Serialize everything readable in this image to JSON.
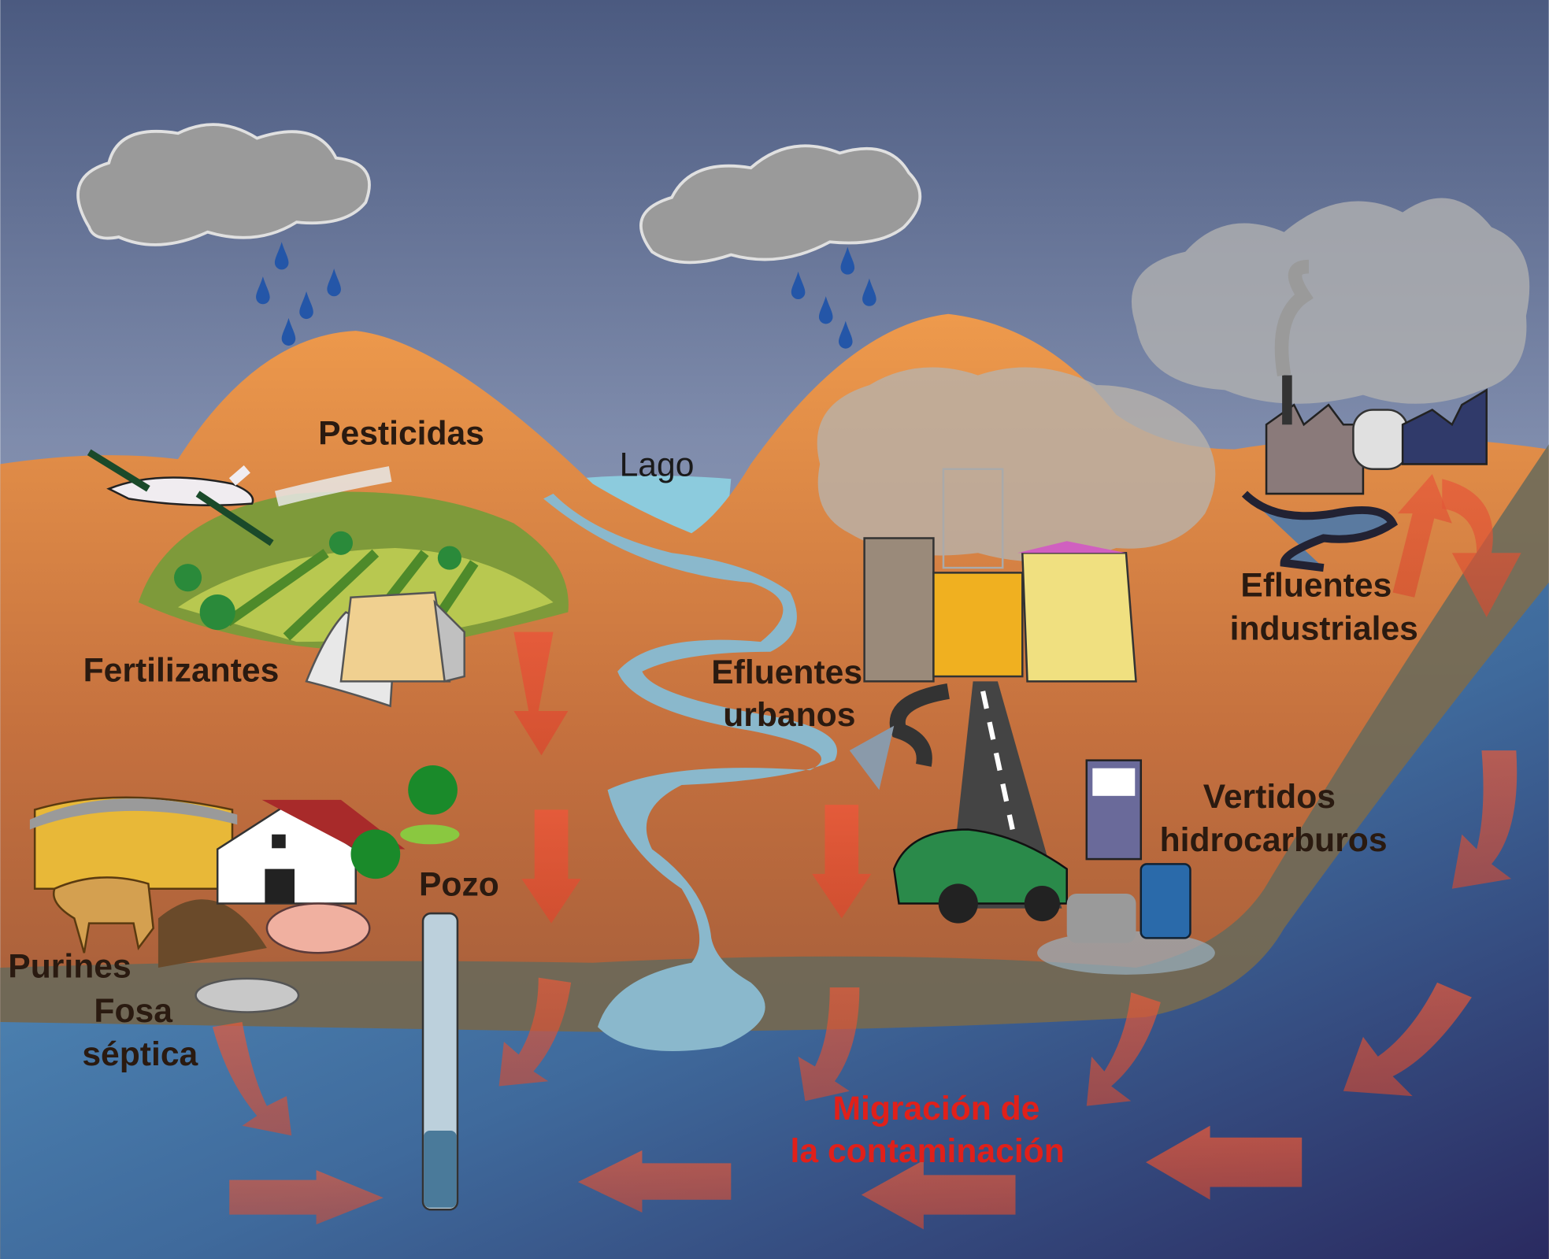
{
  "labels": {
    "pesticides": "Pesticidas",
    "lake": "Lago",
    "fertilizers": "Fertilizantes",
    "urban_effluents_1": "Efluentes",
    "urban_effluents_2": "urbanos",
    "industrial_effluents_1": "Efluentes",
    "industrial_effluents_2": "industriales",
    "hydrocarbon_spills_1": "Vertidos",
    "hydrocarbon_spills_2": "hidrocarburos",
    "well": "Pozo",
    "slurry": "Purines",
    "septic_1": "Fosa",
    "septic_2": "séptica",
    "migration_1": "Migración de",
    "migration_2": "la contaminación"
  },
  "colors": {
    "sky_top": "#4b5a80",
    "sky_bottom": "#b4b8c8",
    "soil_top": "#e8914a",
    "soil_bottom": "#9a563a",
    "aquifer": "#4a7aa8",
    "river": "#8ab8cc",
    "arrow": "#e0553a",
    "migration_text": "#e0201a"
  }
}
